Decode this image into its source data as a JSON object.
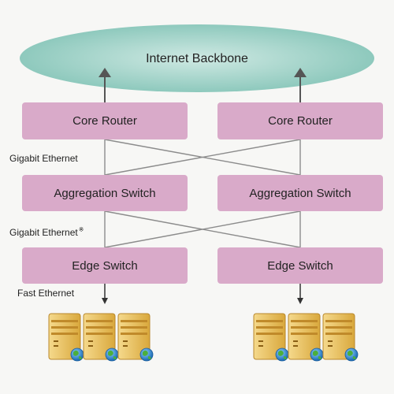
{
  "cloud": {
    "label": "Internet Backbone"
  },
  "nodes": {
    "core_left": "Core Router",
    "core_right": "Core Router",
    "agg_left": "Aggregation Switch",
    "agg_right": "Aggregation Switch",
    "edge_left": "Edge Switch",
    "edge_right": "Edge Switch"
  },
  "links": {
    "core_agg": "Gigabit Ethernet",
    "agg_edge": "Gigabit Ethernet",
    "agg_edge_mark": "※",
    "edge_server": "Fast Ethernet"
  },
  "colors": {
    "node_fill": "#d9aac9",
    "cloud_fill": "#a8d4cc",
    "line": "#8c8c8c",
    "arrow": "#555555"
  },
  "icons": [
    "server-icon",
    "globe-icon",
    "arrow-up-icon",
    "arrow-down-icon"
  ]
}
